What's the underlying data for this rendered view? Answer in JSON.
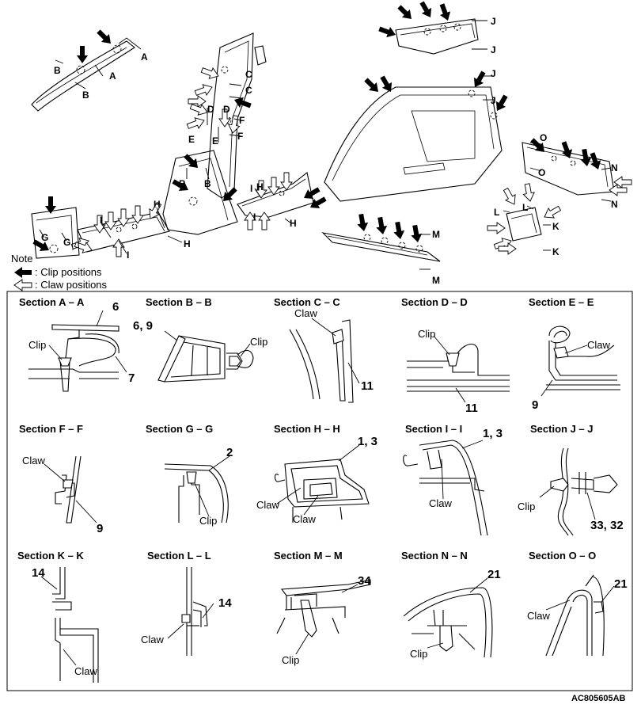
{
  "legend": {
    "title": "Note",
    "clip_label": ": Clip positions",
    "claw_label": ": Claw positions"
  },
  "overview_labels": {
    "A": "A",
    "B": "B",
    "C": "C",
    "D": "D",
    "E": "E",
    "F": "F",
    "G": "G",
    "H": "H",
    "I": "I",
    "J": "J",
    "K": "K",
    "L": "L",
    "M": "M",
    "N": "N",
    "O": "O"
  },
  "sections": [
    {
      "title": "Section A – A",
      "labels": [
        "6",
        "Clip",
        "7"
      ]
    },
    {
      "title": "Section B – B",
      "labels": [
        "6, 9",
        "Clip"
      ]
    },
    {
      "title": "Section C – C",
      "labels": [
        "Claw",
        "11"
      ]
    },
    {
      "title": "Section D – D",
      "labels": [
        "Clip",
        "11"
      ]
    },
    {
      "title": "Section E – E",
      "labels": [
        "Claw",
        "9"
      ]
    },
    {
      "title": "Section F – F",
      "labels": [
        "Claw",
        "9"
      ]
    },
    {
      "title": "Section G – G",
      "labels": [
        "2",
        "Clip"
      ]
    },
    {
      "title": "Section H – H",
      "labels": [
        "1, 3",
        "Claw",
        "Claw"
      ]
    },
    {
      "title": "Section I – I",
      "labels": [
        "1, 3",
        "Claw"
      ]
    },
    {
      "title": "Section J – J",
      "labels": [
        "Clip",
        "33, 32"
      ]
    },
    {
      "title": "Section K – K",
      "labels": [
        "14",
        "Claw"
      ]
    },
    {
      "title": "Section L – L",
      "labels": [
        "14",
        "Claw"
      ]
    },
    {
      "title": "Section M – M",
      "labels": [
        "34",
        "Clip"
      ]
    },
    {
      "title": "Section N – N",
      "labels": [
        "21",
        "Clip"
      ]
    },
    {
      "title": "Section O – O",
      "labels": [
        "21",
        "Claw"
      ]
    }
  ],
  "figure_code": "AC805605AB"
}
